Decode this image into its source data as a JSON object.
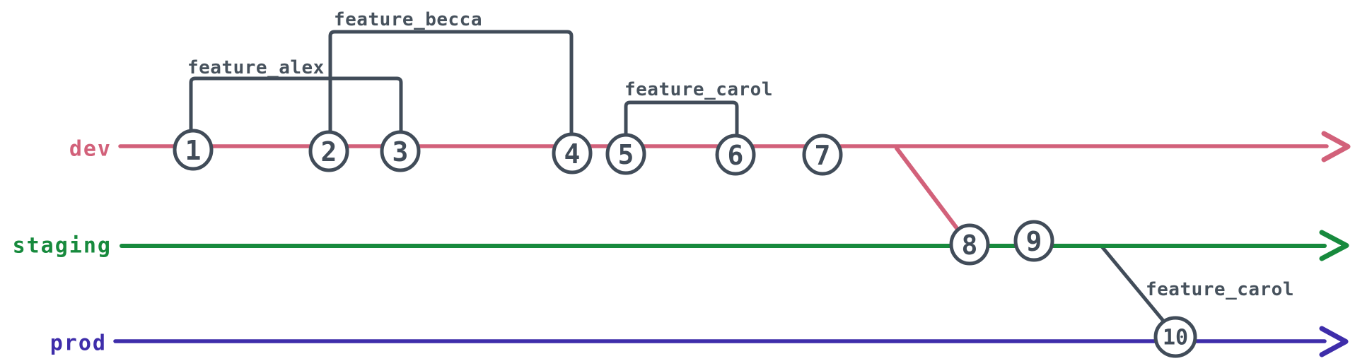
{
  "diagram": {
    "background_color": "#ffffff",
    "line_color": "#414c59",
    "branches": [
      {
        "name": "dev",
        "color": "#d2617a"
      },
      {
        "name": "staging",
        "color": "#178a3d"
      },
      {
        "name": "prod",
        "color": "#3e2daa"
      }
    ],
    "commits": [
      {
        "id": "1",
        "branch": "dev"
      },
      {
        "id": "2",
        "branch": "dev"
      },
      {
        "id": "3",
        "branch": "dev"
      },
      {
        "id": "4",
        "branch": "dev"
      },
      {
        "id": "5",
        "branch": "dev"
      },
      {
        "id": "6",
        "branch": "dev"
      },
      {
        "id": "7",
        "branch": "dev"
      },
      {
        "id": "8",
        "branch": "staging"
      },
      {
        "id": "9",
        "branch": "staging"
      },
      {
        "id": "10",
        "branch": "prod"
      }
    ],
    "feature_brackets": [
      {
        "label": "feature_alex",
        "from_commit": "1",
        "to_commit": "3"
      },
      {
        "label": "feature_becca",
        "from_commit": "2",
        "to_commit": "4"
      },
      {
        "label": "feature_carol",
        "from_commit": "5",
        "to_commit": "6"
      }
    ],
    "merge_labels": [
      {
        "label": "feature_carol",
        "at_commit": "10"
      }
    ],
    "merges": [
      {
        "from_branch": "dev",
        "to_branch": "staging",
        "at_commit": "8"
      },
      {
        "from_branch": "staging",
        "to_branch": "prod",
        "at_commit": "10"
      }
    ]
  }
}
